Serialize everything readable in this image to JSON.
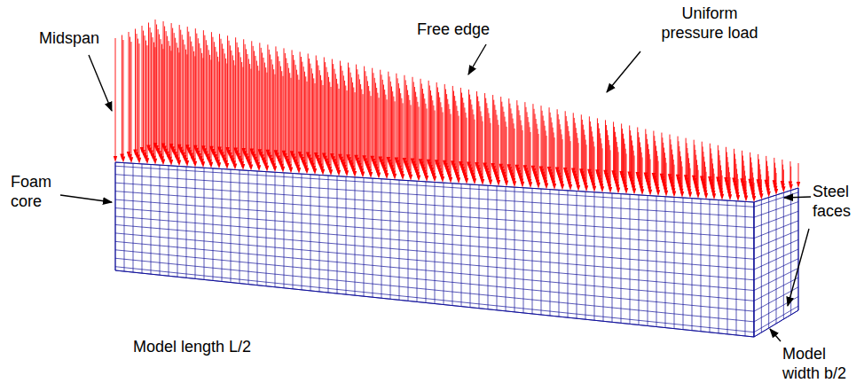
{
  "diagram": {
    "labels": [
      "Midspan",
      "Free edge",
      "Uniform pressure load",
      "Foam core",
      "Steel faces",
      "Model length L/2",
      "Model width b/2"
    ]
  }
}
